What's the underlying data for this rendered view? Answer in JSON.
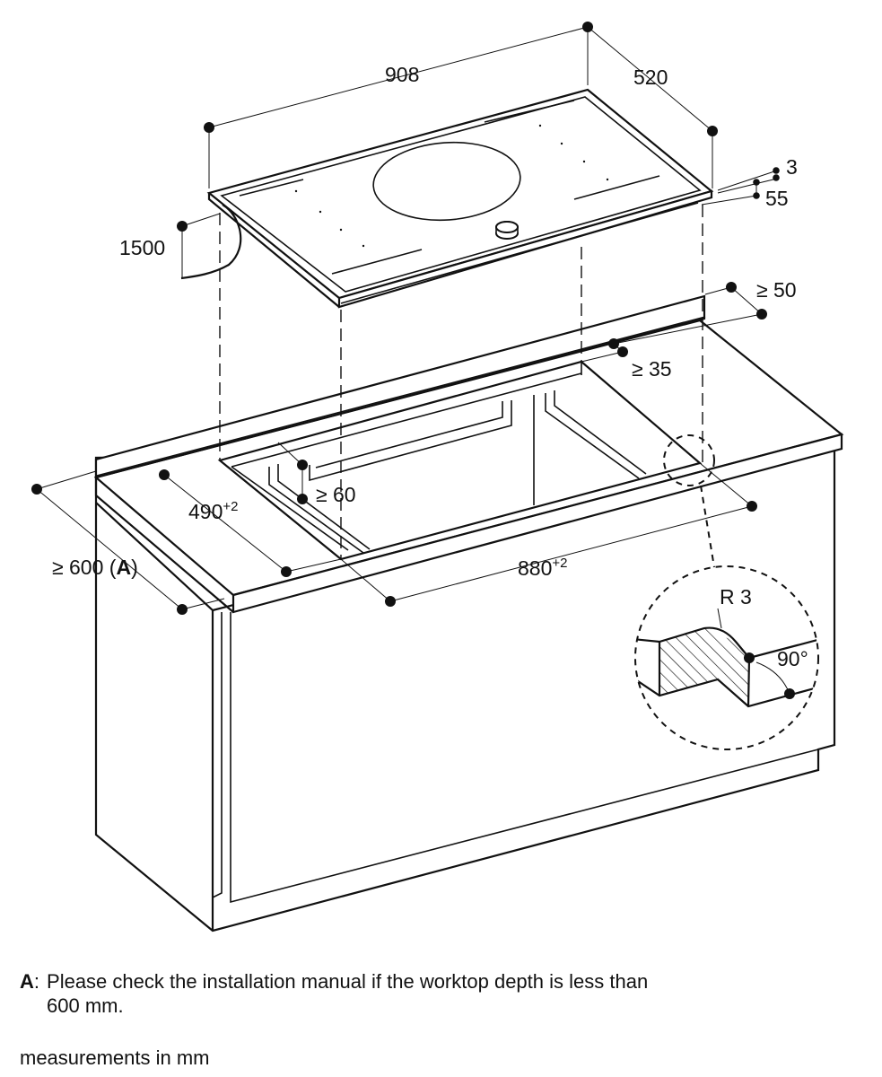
{
  "dimensions": {
    "width": "908",
    "depth": "520",
    "glass": "3",
    "height": "55",
    "cable": "1500",
    "rear_clearance": "≥ 50",
    "rear_gap": "≥ 35",
    "front_gap": "≥ 60",
    "cutout_depth": "490",
    "cutout_depth_tol": "+2",
    "cutout_width": "880",
    "cutout_width_tol": "+2",
    "worktop_depth": "≥ 600 (",
    "worktop_depth_ref": "A",
    "worktop_depth_close": ")",
    "radius": "R 3",
    "angle": "90°"
  },
  "note": {
    "key": "A",
    "text": "Please check the installation manual if the worktop depth is less than 600 mm."
  },
  "units_text": "measurements in mm"
}
